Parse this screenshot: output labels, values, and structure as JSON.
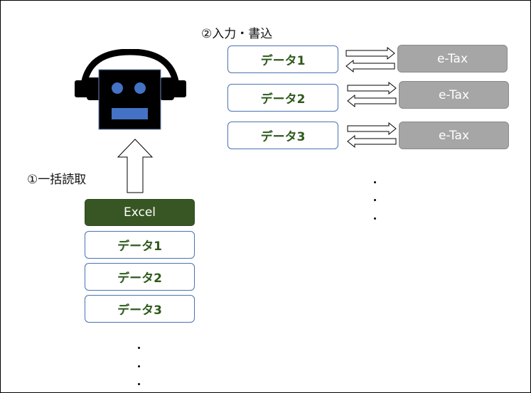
{
  "steps": {
    "read_label": "①一括読取",
    "write_label": "②入力・書込"
  },
  "excel": {
    "label": "Excel",
    "rows": [
      "データ1",
      "データ2",
      "データ3"
    ]
  },
  "targets": [
    {
      "data_label": "データ1",
      "system_label": "e-Tax"
    },
    {
      "data_label": "データ2",
      "system_label": "e-Tax"
    },
    {
      "data_label": "データ3",
      "system_label": "e-Tax"
    }
  ],
  "colors": {
    "excel_fill": "#375623",
    "data_text": "#2e5a1c",
    "data_border": "#4a72b0",
    "etax_fill": "#a6a6a6",
    "robot_face": "#000000",
    "robot_features": "#4472c4"
  },
  "icons": {
    "robot": "headphone-robot-icon",
    "upload_arrow": "up-arrow-icon",
    "exchange_arrows": "two-way-arrow-icon",
    "continuation": "vertical-ellipsis"
  }
}
